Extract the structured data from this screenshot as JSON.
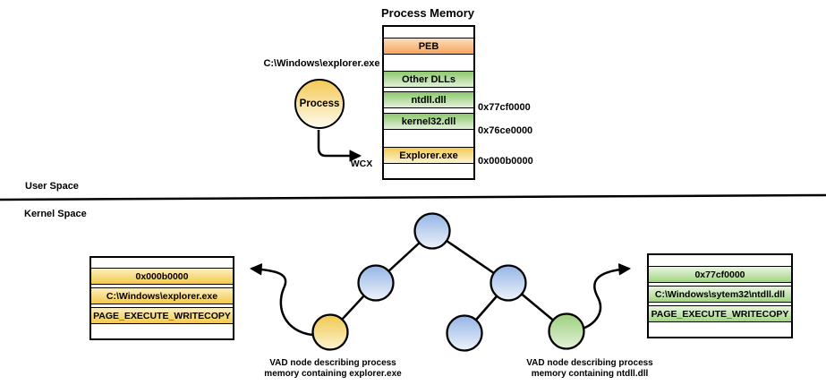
{
  "process_memory": {
    "title": "Process Memory",
    "rows": [
      {
        "label": "PEB",
        "color": "orange"
      },
      {
        "label": "Other DLLs",
        "color": "green"
      },
      {
        "label": "ntdll.dll",
        "color": "green",
        "address": "0x77cf0000"
      },
      {
        "label": "kernel32.dll",
        "color": "green",
        "address": "0x76ce0000"
      },
      {
        "label": "Explorer.exe",
        "color": "yellow",
        "address": "0x000b0000"
      }
    ]
  },
  "process": {
    "label": "Process",
    "path": "C:\\Windows\\explorer.exe",
    "arrow_label": "WCX"
  },
  "spaces": {
    "user": "User Space",
    "kernel": "Kernel Space"
  },
  "vad_tree": {
    "nodes": [
      {
        "name": "root",
        "color": "blue"
      },
      {
        "name": "left",
        "color": "blue"
      },
      {
        "name": "right",
        "color": "blue"
      },
      {
        "name": "left-left",
        "color": "yellow"
      },
      {
        "name": "right-left",
        "color": "blue"
      },
      {
        "name": "right-right",
        "color": "green"
      }
    ],
    "edges": [
      "root-left",
      "root-right",
      "left-leftleft",
      "right-rightleft",
      "right-rightright"
    ]
  },
  "vad_left": {
    "rows": [
      "0x000b0000",
      "C:\\Windows\\explorer.exe",
      "PAGE_EXECUTE_WRITECOPY"
    ],
    "caption": [
      "VAD node describing process",
      "memory containing explorer.exe"
    ]
  },
  "vad_right": {
    "rows": [
      "0x77cf0000",
      "C:\\Windows\\sytem32\\ntdll.dll",
      "PAGE_EXECUTE_WRITECOPY"
    ],
    "caption": [
      "VAD node describing process",
      "memory containing ntdll.dll"
    ]
  },
  "colors": {
    "node_blue": "#94B5E4",
    "node_yellow": "#F1C84E",
    "node_green": "#9CCF7C",
    "row_orange": "#F6A55C",
    "row_green": "#8CC96D",
    "row_yellow": "#F2CB54",
    "stroke": "#000000"
  }
}
